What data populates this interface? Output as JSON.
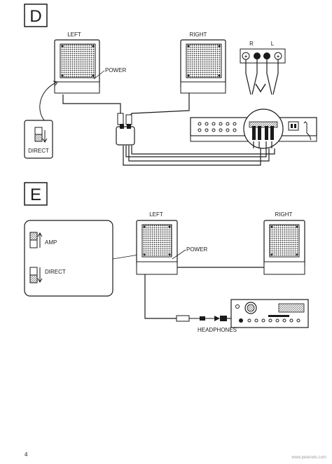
{
  "sections": {
    "d": {
      "letter": "D",
      "left_label": "LEFT",
      "right_label": "RIGHT",
      "power_label": "POWER",
      "switch_label": "DIRECT",
      "terminals": {
        "r": "R",
        "l": "L",
        "plus": "+",
        "minus": "−"
      }
    },
    "e": {
      "letter": "E",
      "left_label": "LEFT",
      "right_label": "RIGHT",
      "power_label": "POWER",
      "amp_label": "AMP",
      "direct_label": "DIRECT",
      "headphones_label": "HEADPHONES"
    }
  },
  "footer": {
    "page_number": "4",
    "watermark": "www.peterwis.com"
  },
  "colors": {
    "ink": "#1a1a1a",
    "paper": "#ffffff",
    "grille": "#3a3a3a"
  }
}
